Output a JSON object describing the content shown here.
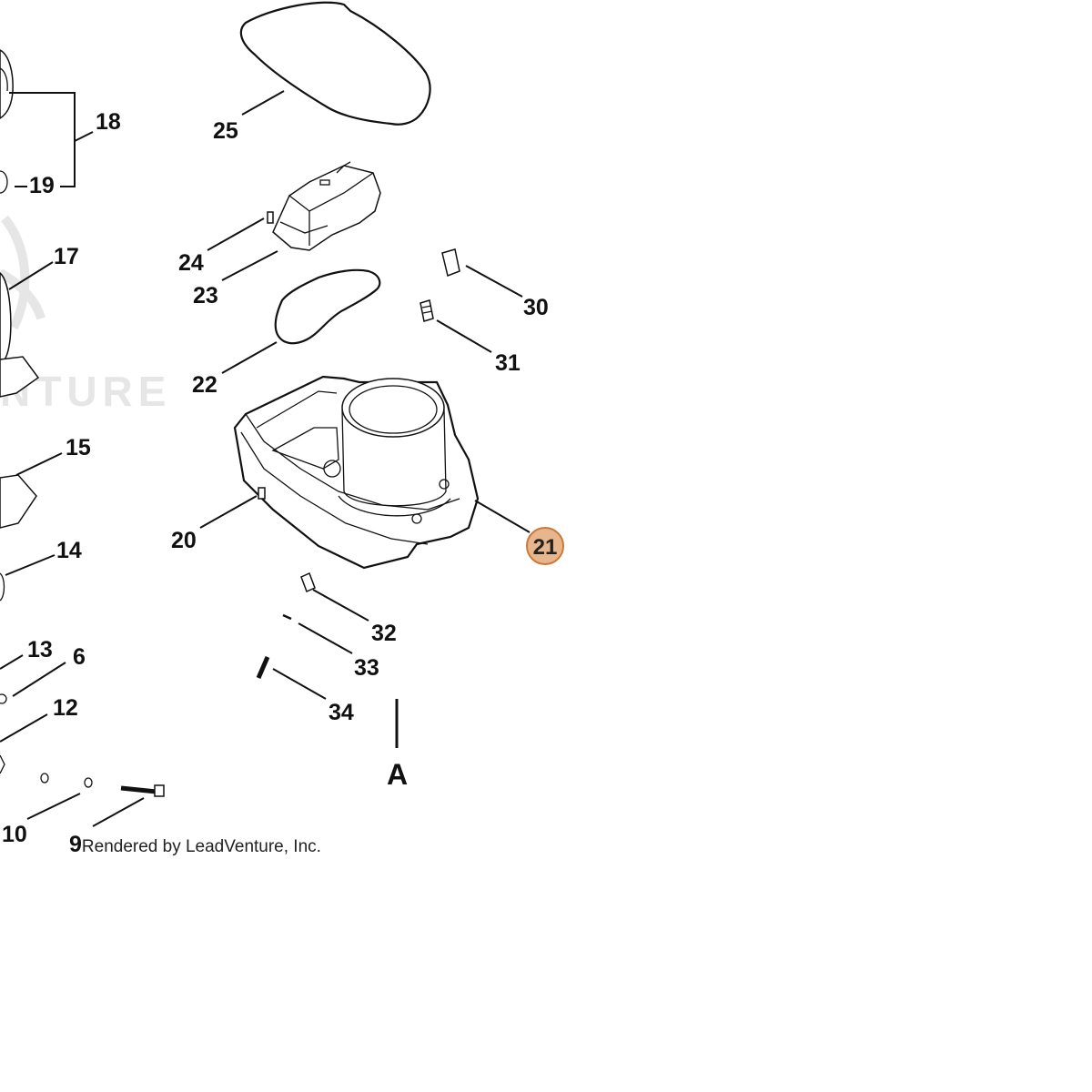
{
  "colors": {
    "highlight_fill": "#e8b68c",
    "highlight_stroke": "#c97a3a",
    "line": "#111111",
    "watermark": "#e6e6e6"
  },
  "watermark": {
    "text": "NTURE"
  },
  "credit": {
    "prefix": "9",
    "text": "Rendered by LeadVenture, Inc."
  },
  "highlighted_part": "21",
  "reference_letter": "A",
  "labels": {
    "p6": "6",
    "p10": "10",
    "p12": "12",
    "p13": "13",
    "p14": "14",
    "p15": "15",
    "p17": "17",
    "p18": "18",
    "p19": "19",
    "p20": "20",
    "p21": "21",
    "p22": "22",
    "p23": "23",
    "p24": "24",
    "p25": "25",
    "p30": "30",
    "p31": "31",
    "p32": "32",
    "p33": "33",
    "p34": "34"
  }
}
